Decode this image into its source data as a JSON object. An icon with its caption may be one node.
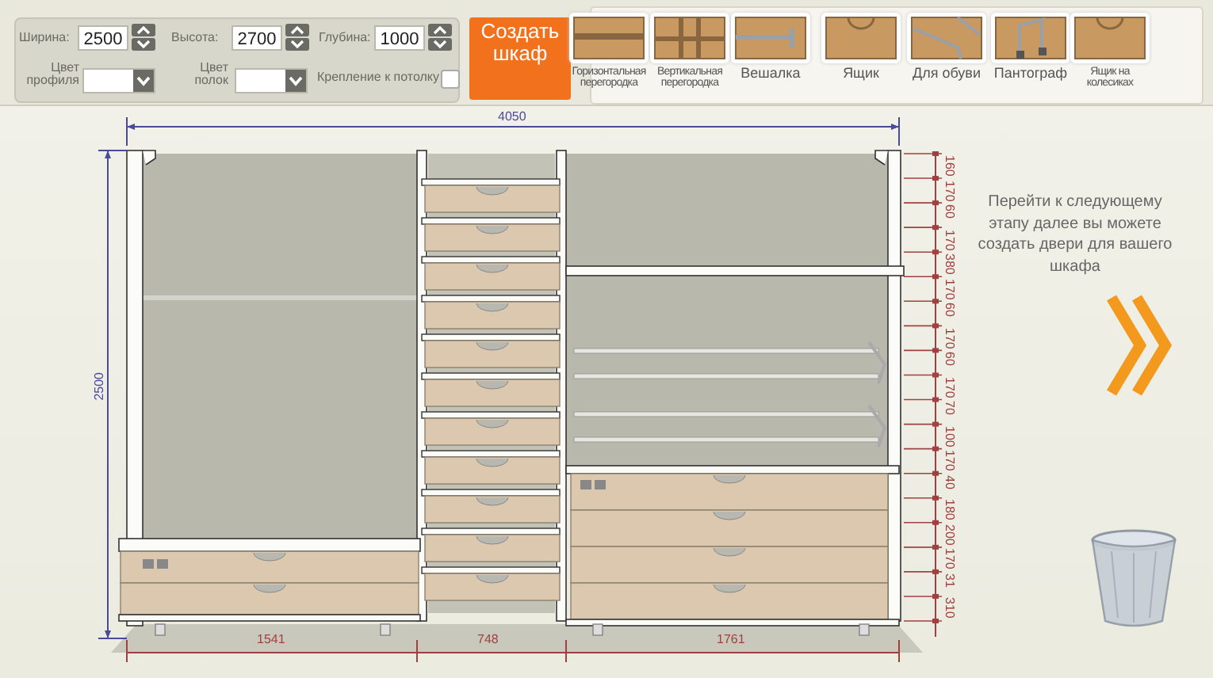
{
  "diagram": {
    "nodes": [
      {
        "text": [
          "Создать шкаф"
        ]
      },
      {
        "text": [
          "Горизонтальная перегородка"
        ]
      },
      {
        "text": [
          "Вертикальная перегородка"
        ]
      },
      {
        "text": [
          "Вешалка"
        ]
      },
      {
        "text": [
          "Ящик"
        ]
      },
      {
        "text": [
          "Для обуви"
        ]
      },
      {
        "text": [
          "Пантограф"
        ]
      },
      {
        "text": [
          "Ящик на колесиках"
        ]
      }
    ],
    "labels": [
      "Ширина:",
      "2500",
      "Высота:",
      "2700",
      "Глубина:",
      "1000",
      "Цвет профиля",
      "Цвет полок",
      "Крепление к потолку",
      "4050",
      "2500",
      "160",
      "170",
      "60",
      "170",
      "380",
      "170",
      "60",
      "170",
      "60",
      "170",
      "70",
      "100",
      "170",
      "40",
      "180",
      "200",
      "170",
      "31",
      "310",
      "1541",
      "748",
      "1761",
      "Перейти к следующему этапу далее вы можете создать двери для вашего шкафа"
    ]
  }
}
